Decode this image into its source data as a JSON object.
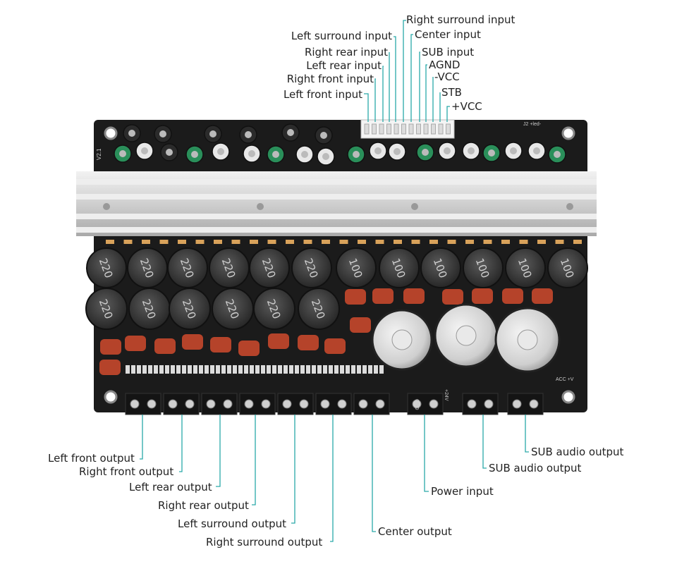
{
  "top_labels": {
    "right_surround_input": "Right surround input",
    "left_surround_input": "Left surround input",
    "center_input": "Center input",
    "right_rear_input": "Right rear input",
    "sub_input": "SUB input",
    "left_rear_input": "Left rear input",
    "agnd": "AGND",
    "right_front_input": "Right front input",
    "neg_vcc": "-VCC",
    "left_front_input": "Left front input",
    "stb": "STB",
    "pos_vcc": "+VCC"
  },
  "bottom_labels": {
    "left_front_output": "Left front output",
    "right_front_output": "Right front output",
    "left_rear_output": "Left rear output",
    "right_rear_output": "Right rear output",
    "left_surround_output": "Left surround output",
    "right_surround_output": "Right surround output",
    "center_output": "Center output",
    "power_input": "Power input",
    "sub_audio_output_1": "SUB audio output",
    "sub_audio_output_2": "SUB audio output"
  },
  "board": {
    "big_caps_row1": [
      "220",
      "220",
      "220",
      "220",
      "220",
      "220",
      "100",
      "100",
      "100",
      "100",
      "100",
      "100"
    ],
    "big_caps_row2": [
      "220",
      "220",
      "220",
      "220",
      "220",
      "220"
    ],
    "silk": {
      "version": "V2.1",
      "j2": "J2 +led-",
      "acc": "ACC +V",
      "pwr_gnd": "GND",
      "pwr_24v": "+24V"
    }
  },
  "colors": {
    "board": "#1a1a1a",
    "heatsink": "#d6d6d6",
    "leader": "#2aa9a9",
    "film_cap": "#b5432a"
  }
}
